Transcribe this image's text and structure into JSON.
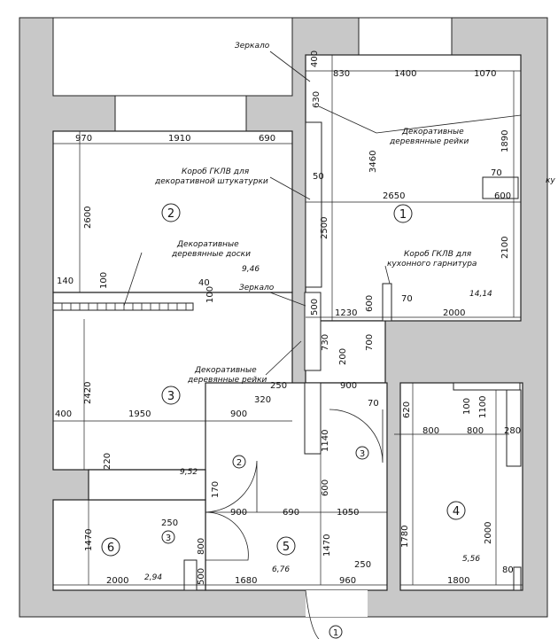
{
  "rooms": [
    {
      "num": "1",
      "area": "14,14"
    },
    {
      "num": "2",
      "area": "9,46"
    },
    {
      "num": "3",
      "area": "9,52"
    },
    {
      "num": "4",
      "area": "5,56"
    },
    {
      "num": "5",
      "area": "6,76"
    },
    {
      "num": "6",
      "area": "2,94"
    }
  ],
  "doors": [
    "1",
    "2",
    "3",
    "3"
  ],
  "labels": {
    "mirror": "Зеркало",
    "decor_slats": "Декоративные",
    "decor_slats2": "деревянные рейки",
    "decor_boards": "Декоративные",
    "decor_boards2": "деревянные доски",
    "box_plaster": "Короб ГКЛВ для",
    "box_plaster2": "декоративной штукатурки",
    "box_kitchen": "Короб ГКЛВ для",
    "box_kitchen2": "кухонного гарнитура",
    "edge_cut": "ку"
  },
  "dims": [
    "400",
    "830",
    "1400",
    "1070",
    "630",
    "1890",
    "70",
    "600",
    "3460",
    "2650",
    "2500",
    "2100",
    "50",
    "600",
    "70",
    "2000",
    "500",
    "1230",
    "700",
    "730",
    "200",
    "900",
    "70",
    "970",
    "1910",
    "690",
    "2600",
    "140",
    "100",
    "40",
    "100",
    "2420",
    "250",
    "400",
    "1950",
    "900",
    "320",
    "1140",
    "620",
    "100",
    "1100",
    "800",
    "800",
    "280",
    "220",
    "170",
    "250",
    "900",
    "690",
    "1050",
    "800",
    "600",
    "1780",
    "2000",
    "1470",
    "1470",
    "500",
    "2000",
    "1680",
    "960",
    "250",
    "1800",
    "80"
  ]
}
